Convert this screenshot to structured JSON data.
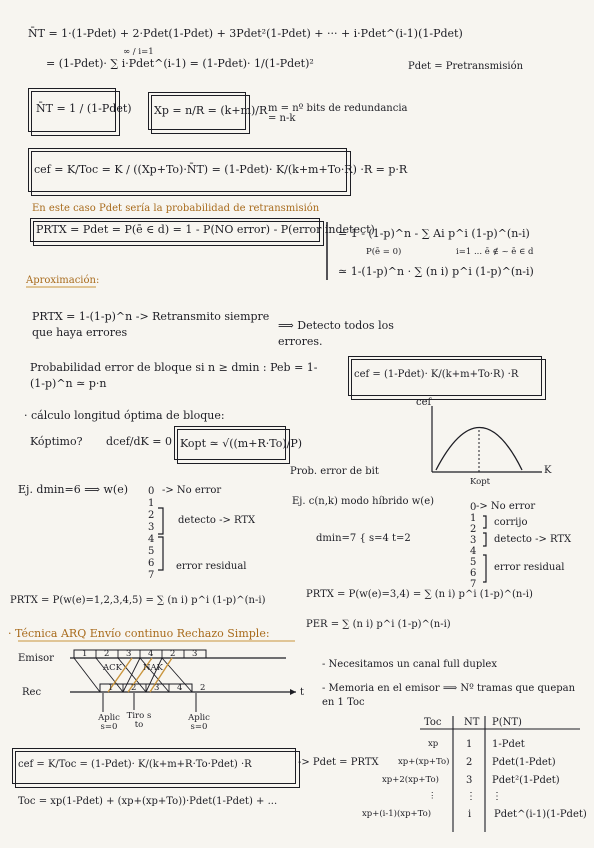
{
  "notes": {
    "line1": "N̄T = 1·(1-Pdet) + 2·Pdet(1-Pdet) + 3Pdet²(1-Pdet) + ··· + i·Pdet^(i-1)(1-Pdet)",
    "line2": "= (1-Pdet)· ∑ i·Pdet^(i-1) = (1-Pdet)· 1/(1-Pdet)²",
    "line2_sum_bounds": "∞ / i=1",
    "pdet_def": "Pdet = Pretransmisión",
    "nt_box": "N̄T = 1 / (1-Pdet)",
    "xp_box": "Xp = n/R = (k+m)/R",
    "m_def": "m = nº bits de redundancia = n-k",
    "cef1": "cef = K/Toc = K / ((Xp+To)·N̄T) = (1-Pdet)· K/(k+m+To·R) ·R = p·R",
    "note_highlight": "En este caso Pdet sería la probabilidad de retransmisión",
    "prtx_box": "PRTX = Pdet = P(ē ∈ d) = 1 - P(NO error) - P(error indetect)",
    "prtx_r1": "= 1 - (1-p)^n - ∑ Ai p^i (1-p)^(n-i)",
    "prtx_r1_sub": "P(ē = 0)",
    "prtx_r1_cond": "i=1 ... ē ∉ ~ ē ∈ d",
    "prtx_r2": "≃ 1-(1-p)^n · ∑ (n i) p^i (1-p)^(n-i)",
    "aprox_heading": "Aproximación:",
    "aprox_line": "PRTX = 1-(1-p)^n -> Retransmito siempre que haya errores",
    "aprox_arrow": "⟹ Detecto todos los errores.",
    "peb_line": "Probabilidad error de bloque si n ≥ dmin : Peb = 1-(1-p)^n ≃ p·n",
    "cef2": "cef = (1-Pdet)· K/(k+m+To·R) ·R",
    "calc_line": "· cálculo longitud óptima de bloque:",
    "kopt_q": "Kóptimo?",
    "deriv": "dcef/dK = 0",
    "kopt_box": "Kopt ≃ √((m+R·To)/P)",
    "prob_bit": "Prob. error de bit",
    "graph_ylabel": "cef",
    "graph_xlabel": "K",
    "graph_xtick": "Kopt",
    "ej1": "Ej. dmin=6 ⟹ w(e)",
    "ej1_list": [
      "0",
      "1",
      "2",
      "3",
      "4",
      "5",
      "6",
      "7"
    ],
    "ej1_no_error": "-> No error",
    "ej1_detect": "detecto -> RTX",
    "ej1_residual": "error residual",
    "ej2": "Ej. c(n,k) modo híbrido w(e)",
    "ej2_dmin": "dmin=7 { s=4 t=2",
    "ej2_list": [
      "0",
      "1",
      "2",
      "3",
      "4",
      "5",
      "6",
      "7"
    ],
    "ej2_no_error": "-> No error",
    "ej2_corrijo": "corrijo",
    "ej2_detect": "detecto -> RTX",
    "ej2_residual": "error residual",
    "prtx_formula1": "PRTX = P(w(e)=1,2,3,4,5) = ∑ (n i) p^i (1-p)^(n-i)",
    "prtx_formula2": "PRTX = P(w(e)=3,4) = ∑ (n i) p^i (1-p)^(n-i)",
    "per_formula": "PER = ∑ (n i) p^i (1-p)^(n-i)",
    "tecnica": "· Técnica ARQ Envío continuo Rechazo Simple:",
    "emisor": "Emisor",
    "rec": "Rec",
    "t_axis": "t",
    "frames_top": [
      "1",
      "2",
      "3",
      "4",
      "2",
      "3"
    ],
    "frames_bottom": [
      "1",
      "2",
      "3",
      "4",
      "2"
    ],
    "ack_labels": [
      "ACK",
      "NAK"
    ],
    "proc_labels": [
      "Aplic s=0",
      "Tiro s to",
      "Aplic s=0"
    ],
    "bullet1": "- Necesitamos un canal full duplex",
    "bullet2": "- Memoria en el emisor ⟹ Nº tramas que quepan en 1 Toc",
    "cef3": "cef = K/Toc = (1-Pdet)· K/(k+m+R·To·Pdet) ·R",
    "cef3_note": "-> Pdet = PRTX",
    "toc_line": "Toc = xp(1-Pdet) + (xp+(xp+To))·Pdet(1-Pdet) + ...",
    "table": {
      "headers": [
        "Toc",
        "NT",
        "P(NT)"
      ],
      "rows": [
        [
          "xp",
          "1",
          "1-Pdet"
        ],
        [
          "xp+(xp+To)",
          "2",
          "Pdet(1-Pdet)"
        ],
        [
          "xp+2(xp+To)",
          "3",
          "Pdet²(1-Pdet)"
        ],
        [
          "⋮",
          "⋮",
          "⋮"
        ],
        [
          "xp+(i-1)(xp+To)",
          "i",
          "Pdet^(i-1)(1-Pdet)"
        ]
      ]
    }
  }
}
